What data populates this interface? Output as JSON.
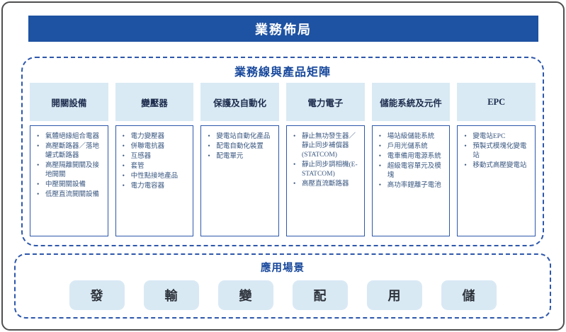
{
  "header": {
    "title": "業務佈局"
  },
  "matrix": {
    "title": "業務線與產品矩陣",
    "columns": [
      {
        "header": "開關設備",
        "items": [
          "氣體絕緣組合電器",
          "高壓斷路器／落地罐式斷路器",
          "高壓隔離開關及接地開關",
          "中壓開關設備",
          "低壓直流開關設備"
        ]
      },
      {
        "header": "變壓器",
        "items": [
          "電力變壓器",
          "併聯電抗器",
          "互感器",
          "套管",
          "中性點接地產品",
          "電力電容器"
        ]
      },
      {
        "header": "保護及自動化",
        "items": [
          "變電站自動化產品",
          "配電自動化裝置",
          "配電單元"
        ]
      },
      {
        "header": "電力電子",
        "items": [
          "靜止無功發生器／靜止同步補償器(STATCOM)",
          "靜止同步調相機(E-STATCOM)",
          "高壓直流斷路器"
        ]
      },
      {
        "header": "儲能系統及元件",
        "items": [
          "場站級儲能系統",
          "戶用光儲系統",
          "電車備用電源系統",
          "超級電容單元及模塊",
          "高功率鋰離子電池"
        ]
      },
      {
        "header": "EPC",
        "items": [
          "變電站EPC",
          "預製式模塊化變電站",
          "移動式高壓變電站"
        ]
      }
    ]
  },
  "scenarios": {
    "title": "應用場景",
    "items": [
      "發",
      "輸",
      "變",
      "配",
      "用",
      "儲"
    ]
  },
  "colors": {
    "header_bar_bg": "#1e52a2",
    "header_bar_text": "#ffffff",
    "dashed_border": "#2d57ab",
    "section_title_text": "#17489c",
    "column_header_bg": "#d9eaf4",
    "column_header_text": "#1d2c4d",
    "item_box_border": "#2d57ab",
    "item_text": "#3a5780",
    "scenario_box_bg": "#d9e9f4",
    "scenario_text": "#2e333b",
    "outer_border": "#4f4f4f"
  }
}
